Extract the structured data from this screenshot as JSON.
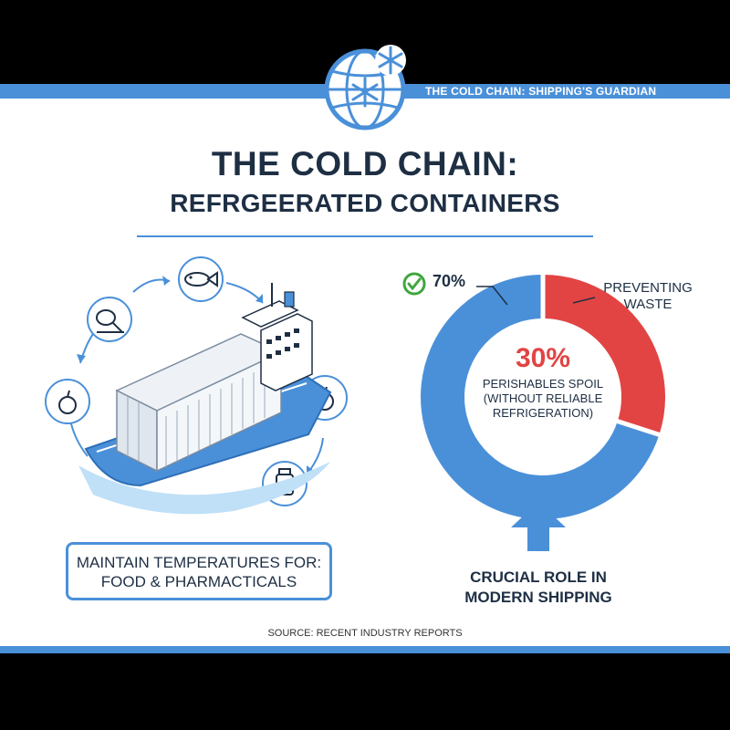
{
  "banner": {
    "text": "THE COLD CHAIN: SHIPPING'S GUARDIAN"
  },
  "header": {
    "title": "THE COLD CHAIN:",
    "subtitle": "REFRGEERATED CONTAINERS"
  },
  "illustration": {
    "icons": [
      "fish-icon",
      "chicken-leg-icon",
      "apple-icon",
      "apple-icon",
      "medicine-bottle-icon"
    ]
  },
  "temperature_box": {
    "line1": "MAINTAIN TEMPERATURES FOR:",
    "line2": "FOOD & PHARMACTICALS"
  },
  "donut": {
    "segments": [
      {
        "label": "30%",
        "percent": 30,
        "color": "#e24444"
      },
      {
        "label": "70%",
        "percent": 70,
        "color": "#4a90d9"
      }
    ],
    "center_percent": "30%",
    "center_text_1": "PERISHABLES SPOIL",
    "center_text_2": "(WITHOUT RELIABLE",
    "center_text_3": "REFRIGERATION)",
    "outer_percent_label": "70%",
    "outer_text_1": "PREVENTING",
    "outer_text_2": "WASTE"
  },
  "role": {
    "line1": "CRUCIAL ROLE IN",
    "line2": "MODERN SHIPPING"
  },
  "footer": {
    "source": "SOURCE: RECENT INDUSTRY REPORTS"
  },
  "colors": {
    "accent_blue": "#4a90d9",
    "alert_red": "#e24444",
    "check_green": "#3fa63f",
    "navy_text": "#1e2f44"
  }
}
